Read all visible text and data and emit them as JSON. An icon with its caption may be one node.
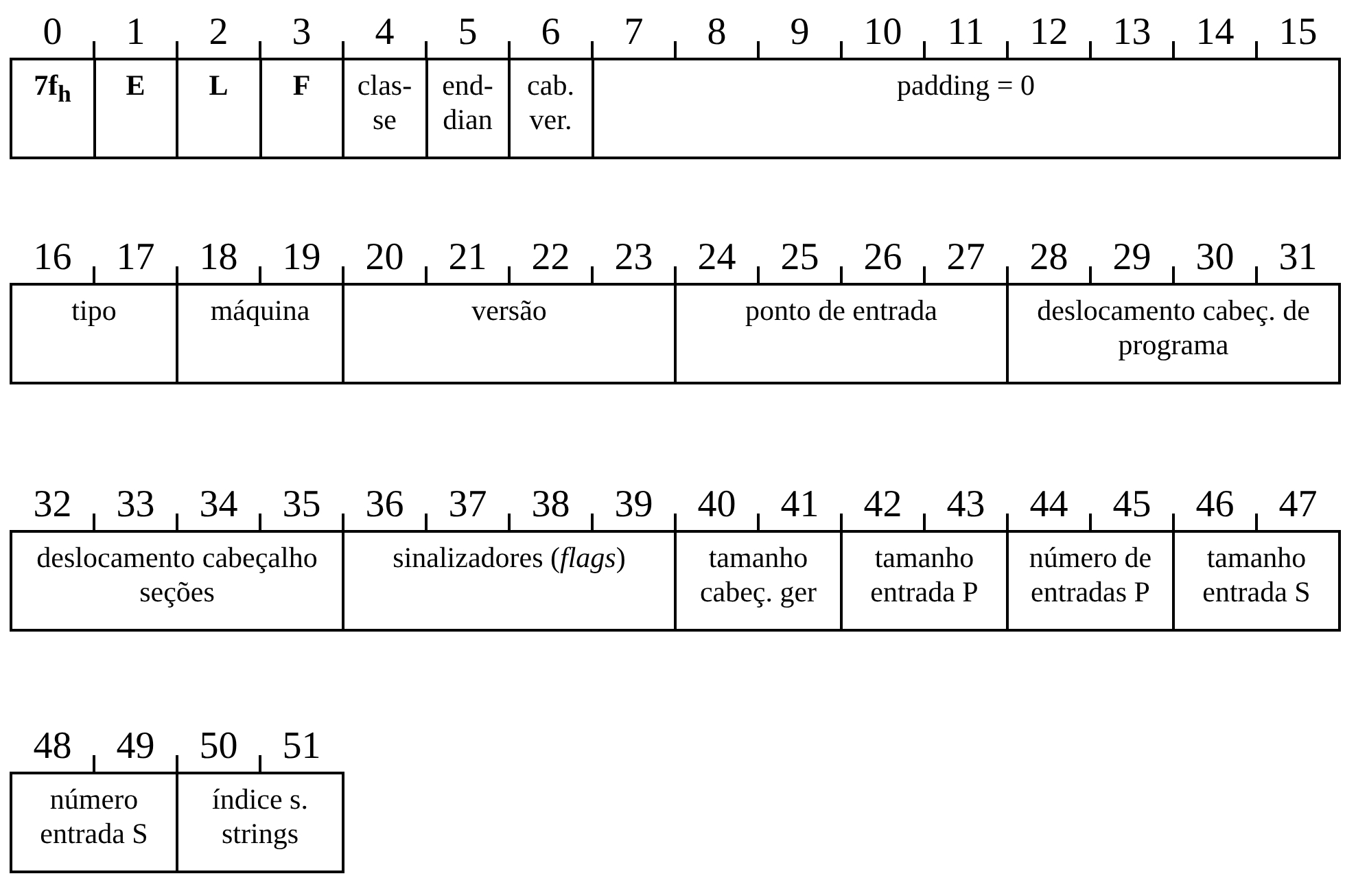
{
  "diagram": {
    "nodes": [
      {
        "text": [
          "7f$_{h}$"
        ]
      },
      {
        "text": [
          "E"
        ]
      },
      {
        "text": [
          "L"
        ]
      },
      {
        "text": [
          "F"
        ]
      },
      {
        "text": [
          "clas- se"
        ]
      },
      {
        "text": [
          "end- dian"
        ]
      },
      {
        "text": [
          "cab. ver."
        ]
      },
      {
        "text": [
          "padding = 0"
        ]
      },
      {
        "text": [
          "tipo"
        ]
      },
      {
        "text": [
          "máquina"
        ]
      },
      {
        "text": [
          "versão"
        ]
      },
      {
        "text": [
          "ponto de entrada"
        ]
      },
      {
        "text": [
          "deslocamento cabeç. de programa"
        ]
      },
      {
        "text": [
          "deslocamento cabeçalho seções"
        ]
      },
      {
        "text": [
          "sinalizadores (*flags*)"
        ]
      },
      {
        "text": [
          "tamanho cabeç. ger"
        ]
      },
      {
        "text": [
          "tamanho entrada P"
        ]
      },
      {
        "text": [
          "número de entradas P"
        ]
      },
      {
        "text": [
          "tamanho entrada S"
        ]
      },
      {
        "text": [
          "número entrada S"
        ]
      },
      {
        "text": [
          "índice s. strings"
        ]
      }
    ],
    "labels": [
      "0",
      "1",
      "2",
      "3",
      "4",
      "5",
      "6",
      "7",
      "8",
      "9",
      "10",
      "11",
      "12",
      "13",
      "14",
      "15",
      "16",
      "17",
      "18",
      "19",
      "20",
      "21",
      "22",
      "23",
      "24",
      "25",
      "26",
      "27",
      "28",
      "29",
      "30",
      "31",
      "32",
      "33",
      "34",
      "35",
      "36",
      "37",
      "38",
      "39",
      "40",
      "41",
      "42",
      "43",
      "44",
      "45",
      "46",
      "47",
      "48",
      "49",
      "50",
      "51"
    ]
  }
}
